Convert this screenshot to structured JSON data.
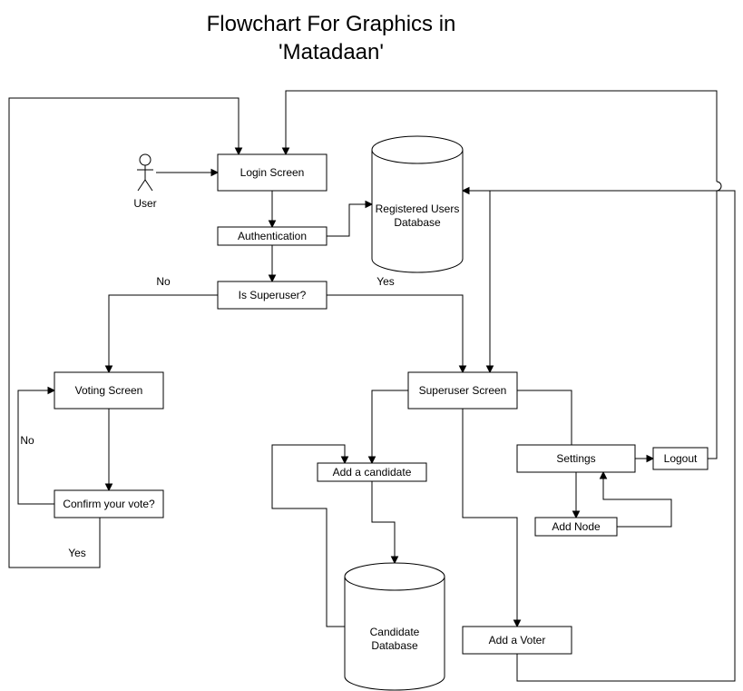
{
  "title": {
    "line1": "Flowchart For Graphics in",
    "line2": "'Matadaan'"
  },
  "actor": {
    "label": "User"
  },
  "nodes": {
    "login": "Login Screen",
    "authentication": "Authentication",
    "is_superuser": "Is Superuser?",
    "registered_db_line1": "Registered Users",
    "registered_db_line2": "Database",
    "voting": "Voting Screen",
    "confirm_vote": "Confirm your vote?",
    "superuser": "Superuser Screen",
    "add_candidate": "Add a candidate",
    "settings": "Settings",
    "logout": "Logout",
    "add_node": "Add Node",
    "candidate_db_line1": "Candidate",
    "candidate_db_line2": "Database",
    "add_voter": "Add a Voter"
  },
  "edge_labels": {
    "no_left": "No",
    "yes_right": "Yes",
    "no_confirm": "No",
    "yes_confirm": "Yes"
  }
}
